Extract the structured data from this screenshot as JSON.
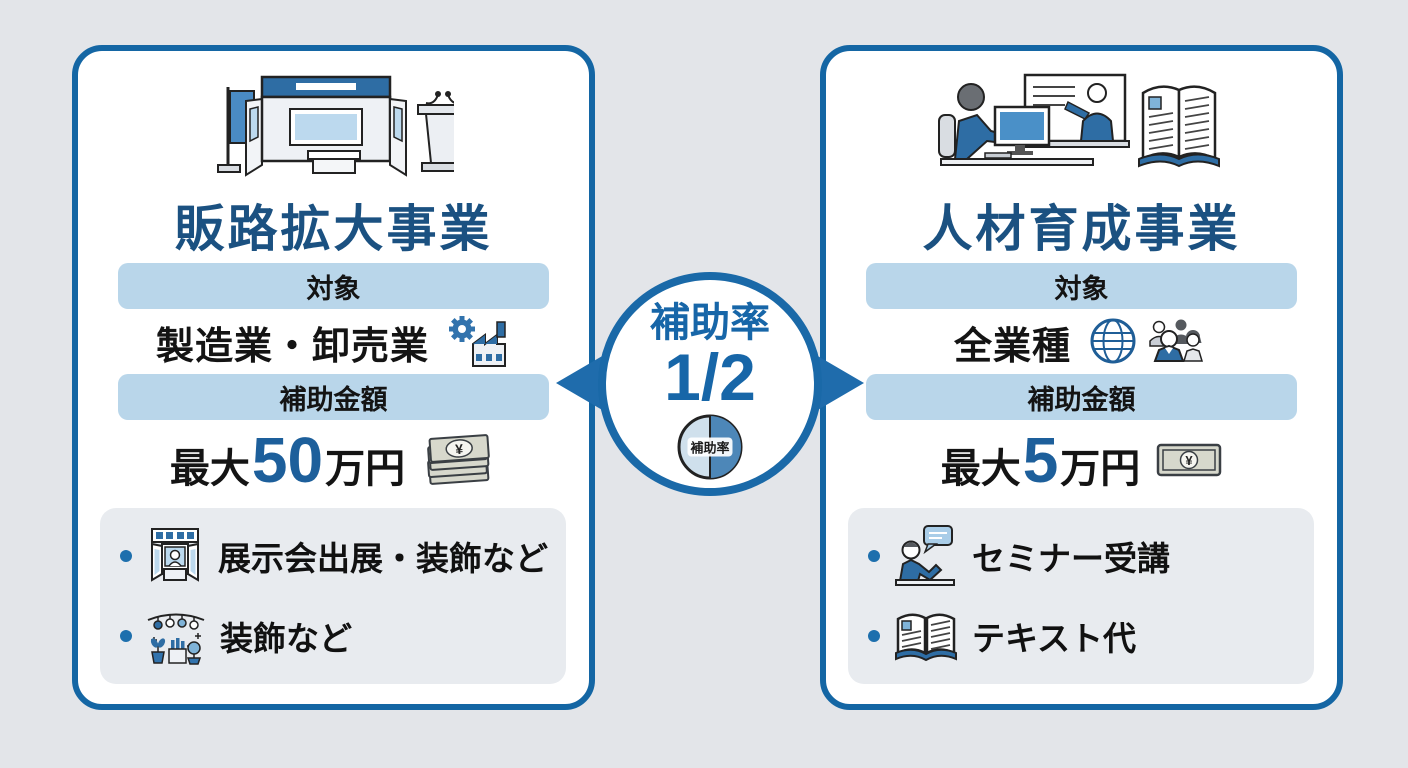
{
  "colors": {
    "background": "#e3e5e9",
    "panel_border": "#1466a4",
    "title_navy": "#1b5181",
    "band_blue": "#b9d6ea",
    "accent_number_blue": "#1d5f9b",
    "arrow_blue": "#1f6cac",
    "circle_ring_blue": "#1a69a8",
    "rate_text_blue": "#1766a8",
    "gray_box": "#e8ebef",
    "bullet_blue": "#1d6fad",
    "icon_blue": "#2e6da4",
    "icon_light_blue": "#bcd9ee"
  },
  "left_panel": {
    "header_icon": "exhibition-booth-banner-podium",
    "title": "販路拡大事業",
    "target_label": "対象",
    "target_value": "製造業・卸売業",
    "target_icon": "gear-factory",
    "amount_label": "補助金額",
    "amount_prefix": "最大",
    "amount_number": "50",
    "amount_suffix": "万円",
    "amount_icon": "money-stack",
    "items": [
      {
        "icon": "exhibition-booth",
        "label": "展示会出展・装飾など"
      },
      {
        "icon": "decoration-plants-lights",
        "label": "装飾など"
      }
    ]
  },
  "right_panel": {
    "header_icon": "online-training-and-textbook",
    "title": "人材育成事業",
    "target_label": "対象",
    "target_value": "全業種",
    "target_icon": "globe-people",
    "amount_label": "補助金額",
    "amount_prefix": "最大",
    "amount_number": "5",
    "amount_suffix": "万円",
    "amount_icon": "banknote",
    "items": [
      {
        "icon": "seminar-speaker",
        "label": "セミナー受講"
      },
      {
        "icon": "open-textbook",
        "label": "テキスト代"
      }
    ]
  },
  "center": {
    "rate_label": "補助率",
    "rate_value": "1/2",
    "pie_label": "補助率"
  }
}
